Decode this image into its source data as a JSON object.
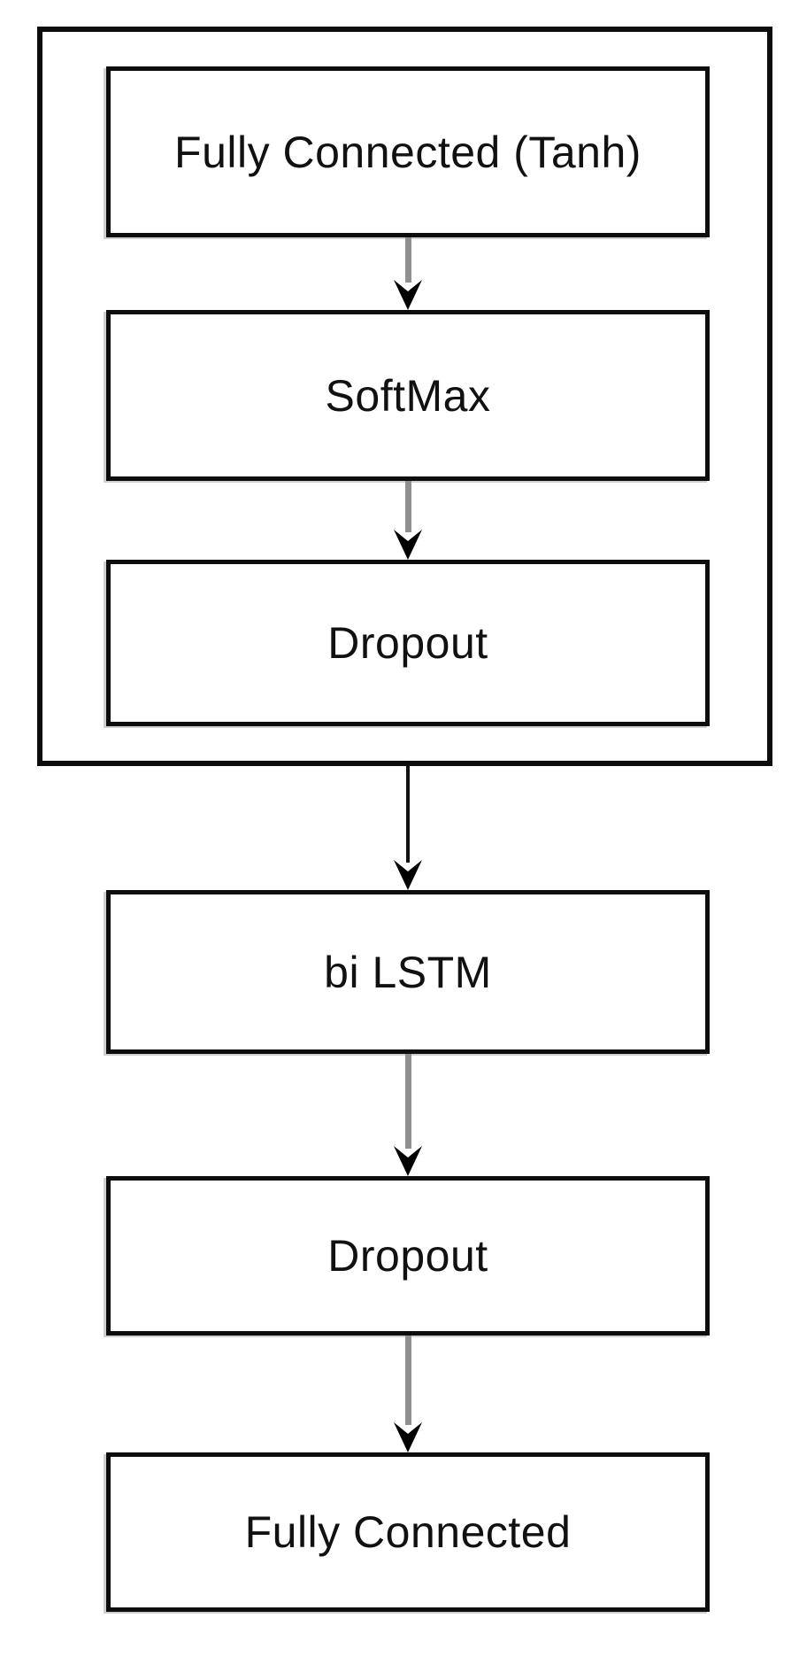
{
  "diagram": {
    "title": "Model architecture flowchart",
    "colors": {
      "background": "#ffffff",
      "node_fill": "#ffffff",
      "node_border": "#0d0d0d",
      "group_border": "#0d0d0d",
      "arrow_shaft_gray": "#8f8f8f",
      "arrow_shaft_black": "#111111",
      "arrowhead": "#000000",
      "text": "#111111"
    },
    "group": {
      "description": "outer container box enclosing top three layers"
    },
    "nodes": [
      {
        "id": "fc-tanh",
        "label": "Fully Connected (Tanh)",
        "in_group": true
      },
      {
        "id": "softmax",
        "label": "SoftMax",
        "in_group": true
      },
      {
        "id": "dropout-1",
        "label": "Dropout",
        "in_group": true
      },
      {
        "id": "bi-lstm",
        "label": "bi LSTM",
        "in_group": false
      },
      {
        "id": "dropout-2",
        "label": "Dropout",
        "in_group": false
      },
      {
        "id": "fc",
        "label": "Fully Connected",
        "in_group": false
      }
    ],
    "edges": [
      {
        "from": "fc-tanh",
        "to": "softmax",
        "style": "gray-shaft"
      },
      {
        "from": "softmax",
        "to": "dropout-1",
        "style": "gray-shaft"
      },
      {
        "from": "group",
        "to": "bi-lstm",
        "style": "thin-black"
      },
      {
        "from": "bi-lstm",
        "to": "dropout-2",
        "style": "gray-shaft"
      },
      {
        "from": "dropout-2",
        "to": "fc",
        "style": "gray-shaft"
      }
    ]
  }
}
